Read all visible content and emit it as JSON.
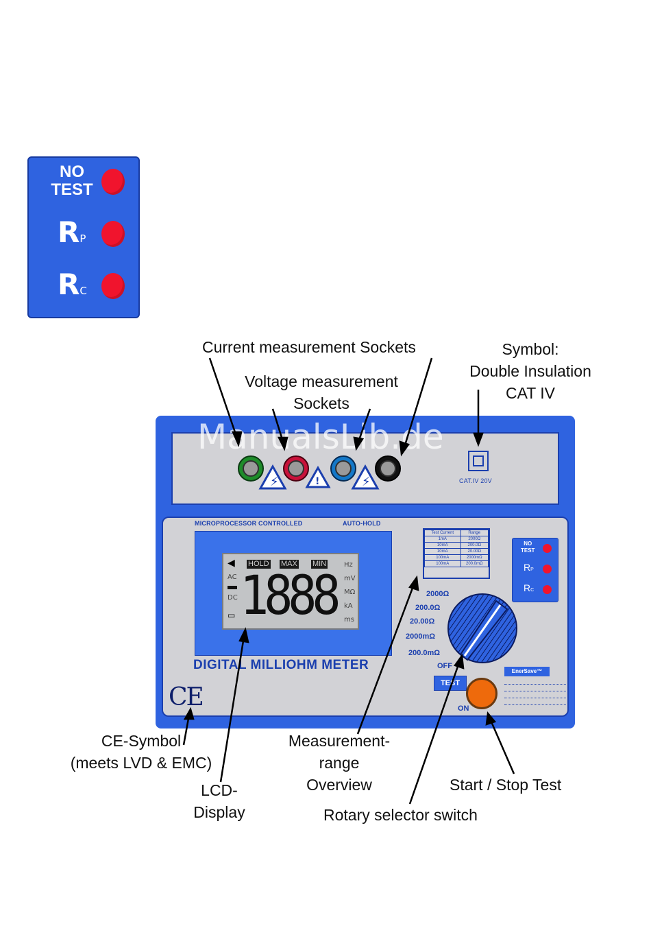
{
  "indicator_panel": {
    "no_test_line1": "NO",
    "no_test_line2": "TEST",
    "rp_letter": "R",
    "rp_sub": "P",
    "rc_letter": "R",
    "rc_sub": "C"
  },
  "labels": {
    "current_sockets": "Current measurement Sockets",
    "voltage_sockets_line1": "Voltage measurement",
    "voltage_sockets_line2": "Sockets",
    "symbol_line1": "Symbol:",
    "symbol_line2": "Double Insulation",
    "symbol_line3": "CAT IV",
    "ce_line1": "CE-Symbol",
    "ce_line2": "(meets LVD & EMC)",
    "lcd_line1": "LCD-",
    "lcd_line2": "Display",
    "range_line1": "Measurement-",
    "range_line2": "range",
    "range_line3": "Overview",
    "rotary": "Rotary selector switch",
    "start_stop": "Start / Stop Test"
  },
  "meter": {
    "microprocessor": "MICROPROCESSOR CONTROLLED",
    "auto_hold": "AUTO-HOLD",
    "name": "DIGITAL MILLIOHM METER",
    "cat_text": "CAT.IV 20V",
    "ce_mark": "CE",
    "lcd": {
      "hold": "HOLD",
      "max": "MAX",
      "min": "MIN",
      "ac": "AC",
      "dc": "DC",
      "digits": "1888",
      "units": [
        "Hz",
        "mV",
        "MΩ",
        "kA",
        "ms"
      ]
    },
    "range_table": {
      "headers": [
        "Test Current",
        "Range"
      ],
      "rows": [
        [
          "1mA",
          "2000Ω"
        ],
        [
          "10mA",
          "200.0Ω"
        ],
        [
          "10mA",
          "20.00Ω"
        ],
        [
          "100mA",
          "2000mΩ"
        ],
        [
          "100mA",
          "200.0mΩ"
        ]
      ]
    },
    "mini_indicator": {
      "no": "NO",
      "test": "TEST",
      "rp": "R",
      "rp_sub": "P",
      "rc": "R",
      "rc_sub": "C"
    },
    "dial_positions": [
      "2000Ω",
      "200.0Ω",
      "20.00Ω",
      "2000mΩ",
      "200.0mΩ",
      "OFF"
    ],
    "test_button": "TEST",
    "on_label": "ON",
    "ergo_label": "EnerSave™"
  },
  "watermark": "ManualsLib.de",
  "colors": {
    "meter_blue": "#2f63e0",
    "lamp_red": "#f0142d",
    "plate_grey": "#d2d2d6",
    "on_button_orange": "#ee6a0c"
  }
}
